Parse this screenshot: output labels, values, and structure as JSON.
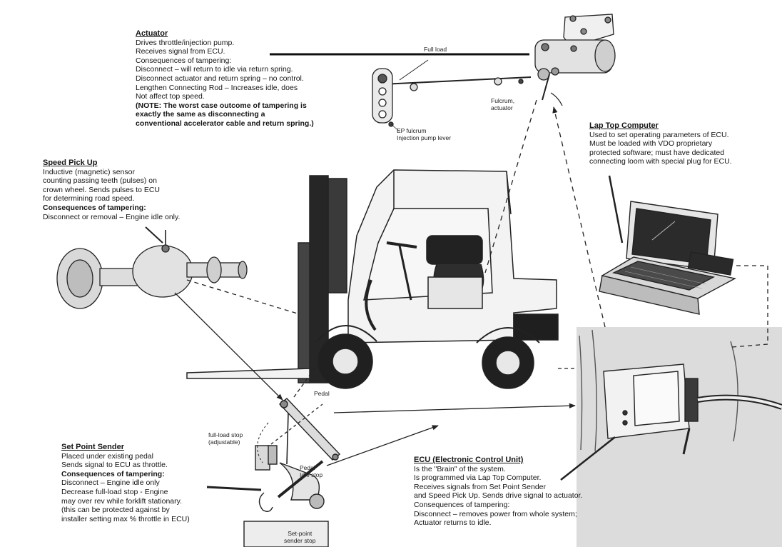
{
  "actuator": {
    "heading": "Actuator",
    "lines": [
      "Drives throttle/injection pump.",
      "Receives signal from ECU.",
      "Consequences of tampering:",
      "Disconnect – will return to idle via return spring.",
      "Disconnect actuator and return spring – no control.",
      "Lengthen Connecting Rod – Increases idle, does",
      "Not affect top speed."
    ],
    "note_lines": [
      "(NOTE: The worst case outcome of tampering is",
      "exactly the same as disconnecting a",
      "conventional accelerator cable and return spring.)"
    ]
  },
  "speed_pickup": {
    "heading": "Speed Pick Up",
    "lines": [
      "Inductive (magnetic) sensor",
      "counting passing teeth (pulses) on",
      "crown wheel.  Sends pulses to ECU",
      "for determining road speed."
    ],
    "tamper_heading": "Consequences of tampering:",
    "tamper_lines": [
      "Disconnect or removal – Engine idle only."
    ]
  },
  "laptop": {
    "heading": "Lap Top Computer",
    "lines": [
      "Used to set operating parameters of ECU.",
      "Must be loaded with VDO proprietary",
      "protected software; must have dedicated",
      "connecting loom with special plug for ECU."
    ]
  },
  "set_point": {
    "heading": "Set Point Sender",
    "lines": [
      "Placed under existing pedal",
      "Sends signal to ECU as throttle."
    ],
    "tamper_heading": "Consequences of tampering:",
    "tamper_lines": [
      "Disconnect – Engine idle only",
      "Decrease full-load stop - Engine",
      "may over rev while forklift stationary.",
      "(this can be protected against by",
      "installer setting max % throttle in ECU)"
    ]
  },
  "ecu": {
    "heading": "ECU (Electronic Control Unit)",
    "lines": [
      "Is the \"Brain\" of the system.",
      "Is programmed via Lap Top Computer.",
      "Receives signals from Set Point Sender",
      "and Speed Pick Up.  Sends drive signal to actuator.",
      "Consequences of tampering:",
      "Disconnect – removes power from whole system;",
      "Actuator returns to idle."
    ]
  },
  "labels": {
    "full_load": "Full load",
    "fulcrum_actuator_1": "Fulcrum,",
    "fulcrum_actuator_2": "actuator",
    "ep_fulcrum": "EP fulcrum",
    "injection_lever": "Injection pump lever",
    "pedal_top": "Pedal",
    "full_load_stop_1": "full-load stop",
    "full_load_stop_2": "(adjustable)",
    "pedal_idle_1": "Pedal",
    "pedal_idle_2": "Idle stop",
    "setpoint_stop_1": "Set-point",
    "setpoint_stop_2": "sender stop"
  },
  "connections": [
    {
      "from": "speed-pickup",
      "to": "set-point-sender",
      "style": "solid-arrow"
    },
    {
      "from": "set-point-sender",
      "to": "ecu",
      "style": "solid-arrow"
    },
    {
      "from": "ecu",
      "to": "actuator",
      "style": "dashed-arrow"
    },
    {
      "from": "laptop",
      "to": "ecu",
      "style": "dashed"
    },
    {
      "from": "forklift",
      "to": "ecu",
      "style": "dashed"
    }
  ]
}
